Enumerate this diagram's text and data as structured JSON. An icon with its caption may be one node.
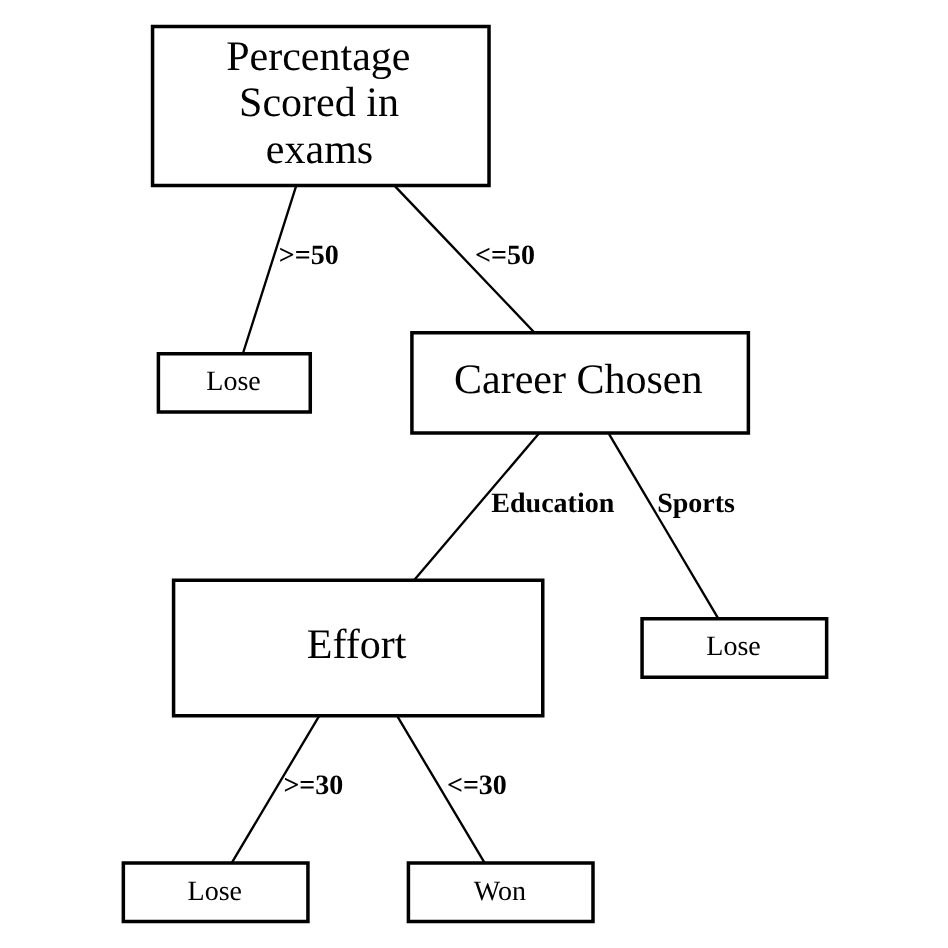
{
  "diagram": {
    "nodes": [
      {
        "text": [
          "Percentage Scored in exams"
        ]
      },
      {
        "text": [
          "Lose"
        ]
      },
      {
        "text": [
          "Career Chosen"
        ]
      },
      {
        "text": [
          "Effort"
        ]
      },
      {
        "text": [
          "Lose"
        ]
      },
      {
        "text": [
          "Lose"
        ]
      },
      {
        "text": [
          "Won"
        ]
      }
    ],
    "edges": [
      {
        "from": 0,
        "to": 1,
        "arrow": "none",
        "label": ">=50"
      },
      {
        "from": 0,
        "to": 2,
        "arrow": "none",
        "label": "<=50"
      },
      {
        "from": 2,
        "to": 3,
        "arrow": "none",
        "label": "Education"
      },
      {
        "from": 2,
        "to": 4,
        "arrow": "none",
        "label": "Sports"
      },
      {
        "from": 3,
        "to": 5,
        "arrow": "none",
        "label": ">=30"
      },
      {
        "from": 3,
        "to": 6,
        "arrow": "none",
        "label": "<=30"
      }
    ]
  }
}
